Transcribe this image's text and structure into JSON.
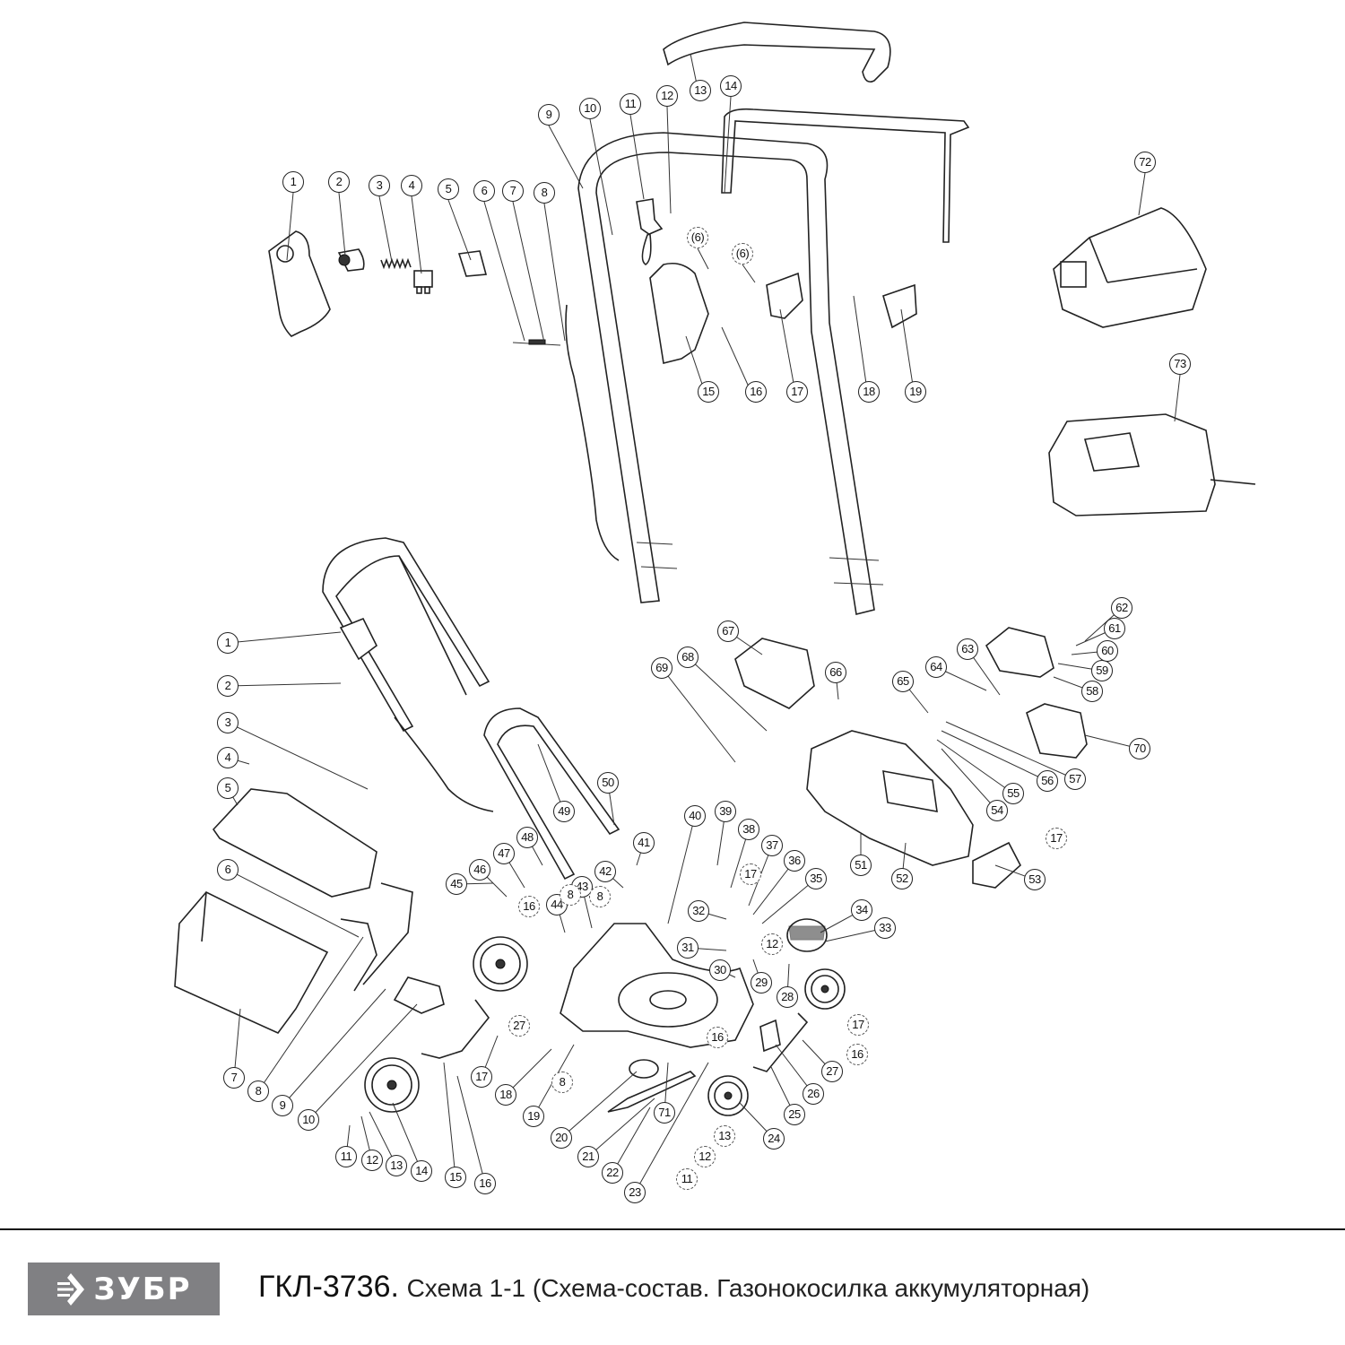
{
  "document": {
    "type": "exploded-parts-diagram",
    "brand": "ЗУБР",
    "model": "ГКЛ-3736.",
    "title_text": "Схема 1-1 (Схема-состав. Газонокосилка аккумуляторная)",
    "brand_color": "#808083"
  },
  "upper_assembly": {
    "description": "Handle and control box assembly (detail)",
    "callouts": [
      "1",
      "2",
      "3",
      "4",
      "5",
      "6",
      "7",
      "8",
      "9",
      "10",
      "11",
      "12",
      "13",
      "14",
      "15",
      "16",
      "17",
      "18",
      "19",
      "(6)",
      "(6)"
    ]
  },
  "accessories": {
    "callouts": [
      {
        "number": "72",
        "part": "battery-pack"
      },
      {
        "number": "73",
        "part": "charger"
      }
    ]
  },
  "lower_assembly": {
    "description": "Mower body exploded view",
    "callouts": [
      "1",
      "2",
      "3",
      "4",
      "5",
      "6",
      "7",
      "8",
      "9",
      "10",
      "11",
      "12",
      "13",
      "14",
      "15",
      "16",
      "17",
      "18",
      "19",
      "20",
      "21",
      "22",
      "23",
      "24",
      "25",
      "26",
      "27",
      "28",
      "29",
      "30",
      "31",
      "32",
      "33",
      "34",
      "35",
      "36",
      "37",
      "38",
      "39",
      "40",
      "41",
      "42",
      "43",
      "44",
      "45",
      "46",
      "47",
      "48",
      "49",
      "50",
      "51",
      "52",
      "53",
      "54",
      "55",
      "56",
      "57",
      "58",
      "59",
      "60",
      "61",
      "62",
      "63",
      "64",
      "65",
      "66",
      "67",
      "68",
      "69",
      "70",
      "71"
    ],
    "reference_callouts": [
      "(16)",
      "(8)",
      "(27)",
      "(17)",
      "(8)",
      "(16)",
      "(17)",
      "(12)",
      "(17)",
      "(16)",
      "(12)",
      "(11)",
      "(13)",
      "(8)"
    ]
  }
}
